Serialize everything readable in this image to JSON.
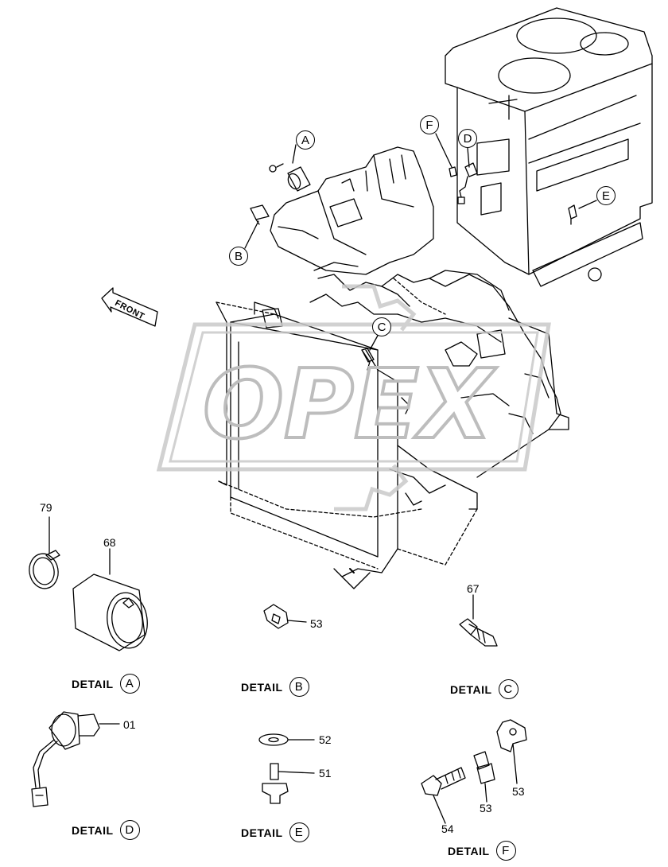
{
  "watermark": "OPEX",
  "front_label": "FRONT",
  "callouts": {
    "A": "A",
    "B": "B",
    "C": "C",
    "D": "D",
    "E": "E",
    "F": "F"
  },
  "parts": {
    "p79": "79",
    "p68": "68",
    "p53b": "53",
    "p67": "67",
    "p01": "01",
    "p52": "52",
    "p51": "51",
    "p54": "54",
    "p53f1": "53",
    "p53f2": "53"
  },
  "details": {
    "word": "DETAIL",
    "a": "A",
    "b": "B",
    "c": "C",
    "d": "D",
    "e": "E",
    "f": "F"
  }
}
